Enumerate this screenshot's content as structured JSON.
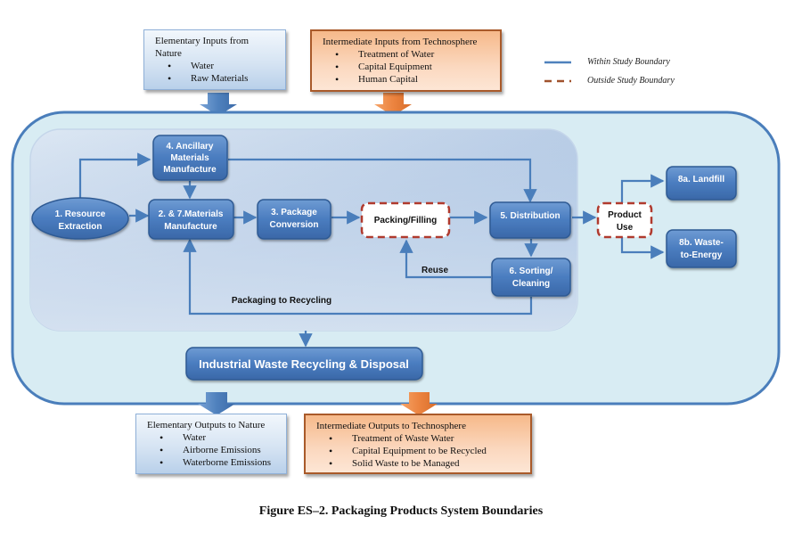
{
  "figure": {
    "caption": "Figure ES–2. Packaging Products System Boundaries"
  },
  "legend": {
    "within": {
      "label": "Within Study Boundary",
      "style": "solid",
      "color": "#4f81bd"
    },
    "outside": {
      "label": "Outside Study Boundary",
      "style": "dashed",
      "color": "#a0522d"
    }
  },
  "inputs": {
    "nature": {
      "title": "Elementary Inputs from Nature",
      "items": [
        "Water",
        "Raw Materials"
      ]
    },
    "technosphere": {
      "title": "Intermediate Inputs from Technosphere",
      "items": [
        "Treatment of Water",
        "Capital Equipment",
        "Human Capital"
      ]
    }
  },
  "outputs": {
    "nature": {
      "title": "Elementary Outputs to Nature",
      "items": [
        "Water",
        "Airborne Emissions",
        "Waterborne Emissions"
      ]
    },
    "technosphere": {
      "title": "Intermediate Outputs to Technosphere",
      "items": [
        "Treatment of Waste Water",
        "Capital Equipment to be Recycled",
        "Solid Waste to be Managed"
      ]
    }
  },
  "nodes": {
    "resource_extraction": {
      "line1": "1. Resource",
      "line2": "Extraction"
    },
    "ancillary": {
      "line1": "4. Ancillary",
      "line2": "Materials",
      "line3": "Manufacture"
    },
    "materials": {
      "line1": "2. & 7.Materials",
      "line2": "Manufacture"
    },
    "package_conversion": {
      "line1": "3. Package",
      "line2": "Conversion"
    },
    "packing_filling": {
      "line1": "Packing/Filling"
    },
    "distribution": {
      "line1": "5. Distribution"
    },
    "sorting": {
      "line1": "6. Sorting/",
      "line2": "Cleaning"
    },
    "product_use": {
      "line1": "Product",
      "line2": "Use"
    },
    "landfill": {
      "line1": "8a. Landfill"
    },
    "waste_to_energy": {
      "line1": "8b. Waste-",
      "line2": "to-Energy"
    },
    "industrial_waste": {
      "line1": "Industrial Waste Recycling & Disposal"
    }
  },
  "edge_labels": {
    "reuse": "Reuse",
    "packaging_to_recycling": "Packaging to Recycling"
  },
  "colors": {
    "process_fill": "#4f7fbf",
    "process_border": "#2f5a93",
    "line": "#4a7ebb",
    "dashed_border": "#b03a2e",
    "outer_boundary": "#d8ecf3",
    "inner_boundary": "#9fbbdd"
  }
}
